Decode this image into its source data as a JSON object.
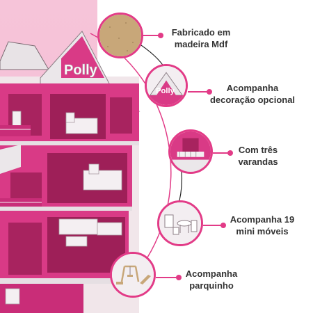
{
  "colors": {
    "accent": "#e23b87",
    "house_pink": "#d93a86",
    "house_dark": "#a8235f",
    "wood": "#c8a779",
    "background_band": "#f6c4d9"
  },
  "house_logo": "Polly",
  "features": [
    {
      "id": "mdf",
      "line1": "Fabricado em",
      "line2": "madeira Mdf",
      "icon": "mdf-texture-icon"
    },
    {
      "id": "decoration",
      "line1": "Acompanha",
      "line2": "decoração opcional",
      "icon": "polly-roof-icon"
    },
    {
      "id": "balconies",
      "line1": "Com três",
      "line2": "varandas",
      "icon": "balcony-icon"
    },
    {
      "id": "furniture",
      "line1": "Acompanha 19",
      "line2": "mini móveis",
      "icon": "furniture-icon"
    },
    {
      "id": "playground",
      "line1": "Acompanha",
      "line2": "parquinho",
      "icon": "playground-icon"
    }
  ]
}
